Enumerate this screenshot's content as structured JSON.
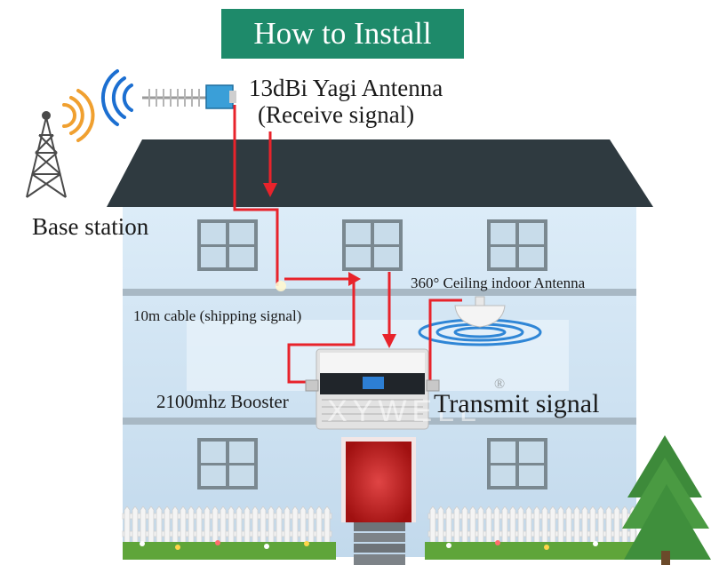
{
  "title": "How to Install",
  "labels": {
    "yagi_line1": "13dBi Yagi Antenna",
    "yagi_line2": "(Receive signal)",
    "base_station": "Base station",
    "ceiling_antenna": "360° Ceiling indoor Antenna",
    "cable": "10m cable (shipping signal)",
    "booster": "2100mhz Booster",
    "transmit": "Transmit signal",
    "watermark": "XYWELL",
    "registered": "®"
  },
  "colors": {
    "title_bg": "#1e8a6a",
    "cable": "#e8232b",
    "roof": "#2f3a40",
    "wall": "#cfe3f2",
    "window": "#7a8890",
    "door": "#c21818"
  }
}
